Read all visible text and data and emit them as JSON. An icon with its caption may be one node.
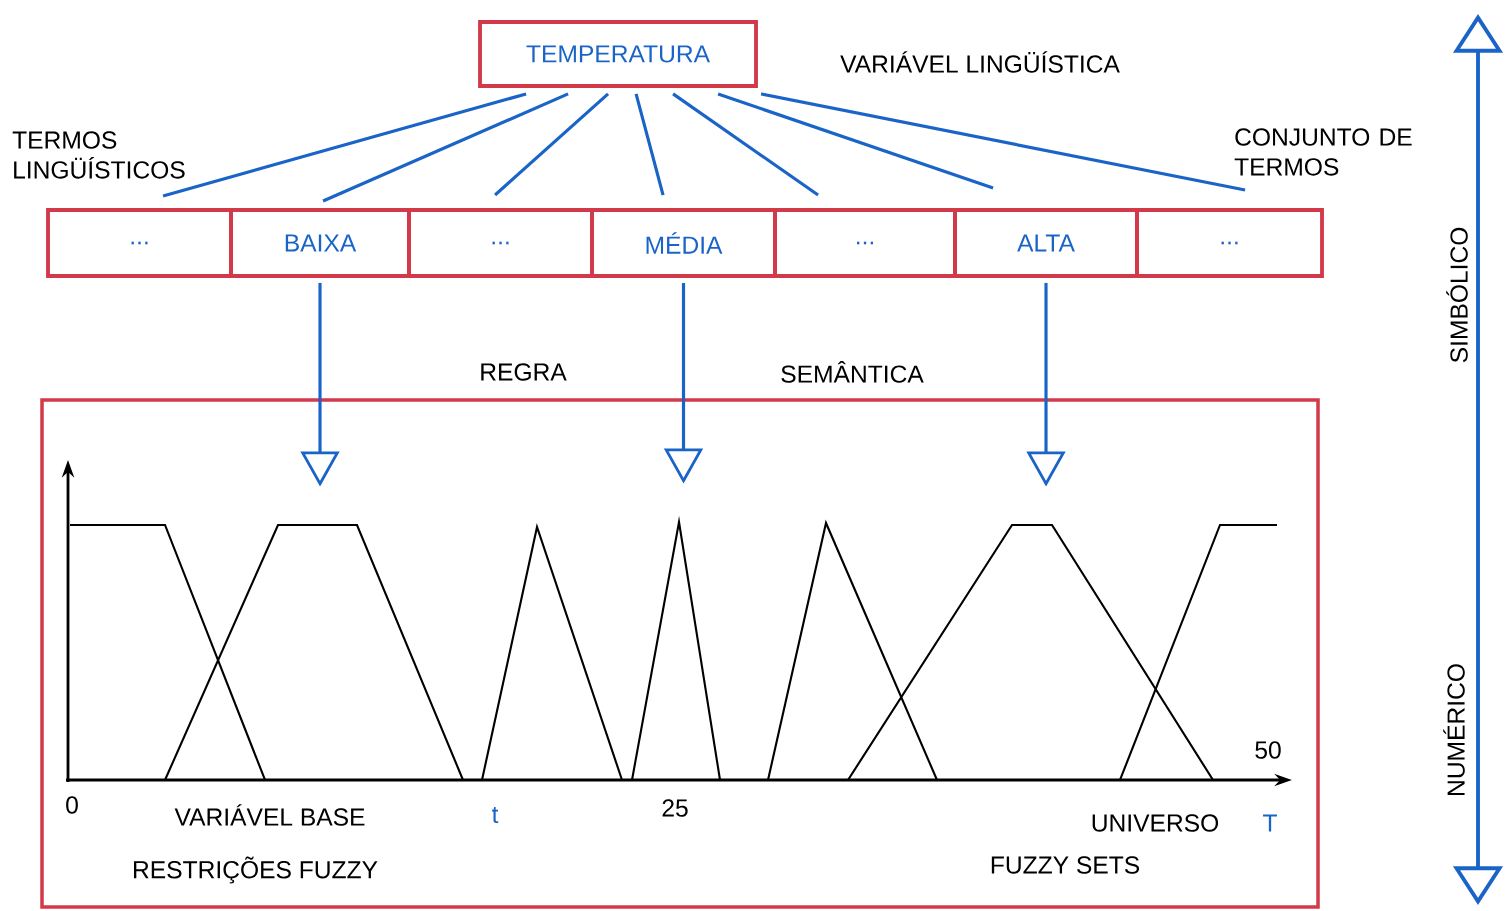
{
  "diagram": {
    "nodes": [
      {
        "text": [
          "TEMPERATURA"
        ]
      },
      {
        "text": [
          "..."
        ]
      },
      {
        "text": [
          "BAIXA"
        ]
      },
      {
        "text": [
          "..."
        ]
      },
      {
        "text": [
          "MÉDIA"
        ]
      },
      {
        "text": [
          "..."
        ]
      },
      {
        "text": [
          "ALTA"
        ]
      },
      {
        "text": [
          "..."
        ]
      },
      {
        "text": [],
        "shape": "box"
      },
      {
        "text": [],
        "shape": "trapezoid",
        "in": 8
      },
      {
        "text": [],
        "shape": "triangle",
        "in": 8
      },
      {
        "text": [],
        "shape": "trapezoid",
        "in": 8
      }
    ],
    "edges": [
      {
        "from": 0,
        "to": 1,
        "arrow": "none"
      },
      {
        "from": 0,
        "to": 2,
        "arrow": "none"
      },
      {
        "from": 0,
        "to": 3,
        "arrow": "none"
      },
      {
        "from": 0,
        "to": 4,
        "arrow": "none"
      },
      {
        "from": 0,
        "to": 5,
        "arrow": "none"
      },
      {
        "from": 0,
        "to": 6,
        "arrow": "none"
      },
      {
        "from": 0,
        "to": 7,
        "arrow": "none"
      },
      {
        "from": 2,
        "to": 9,
        "arrow": "to"
      },
      {
        "from": 4,
        "to": 10,
        "arrow": "to"
      },
      {
        "from": 6,
        "to": 11,
        "arrow": "to"
      }
    ],
    "labels": [
      "VARIÁVEL LINGÜÍSTICA",
      "TERMOS LINGÜÍSTICOS",
      "CONJUNTO DE TERMOS",
      "REGRA",
      "SEMÂNTICA",
      "50",
      "0",
      "VARIÁVEL BASE",
      "t",
      "25",
      "UNIVERSO",
      "T",
      "RESTRIÇÕES FUZZY",
      "FUZZY SETS",
      "SIMBÓLICO",
      "NUMÉRICO"
    ]
  }
}
